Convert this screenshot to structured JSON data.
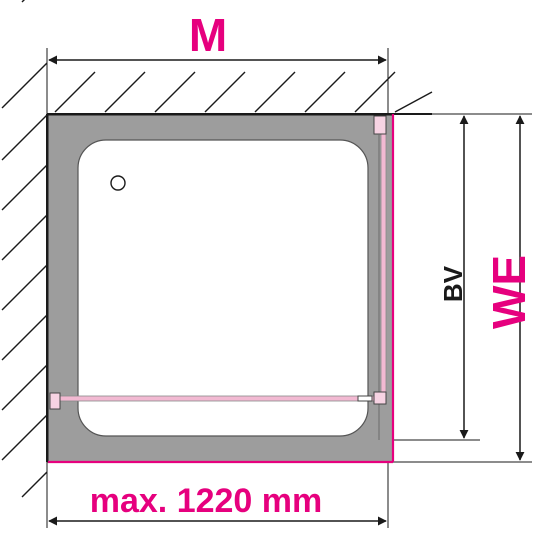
{
  "labels": {
    "m": "M",
    "bv": "BV",
    "we": "WE",
    "max_width": "max. 1220 mm"
  },
  "colors": {
    "accent": "#e6007e",
    "tray": "#9d9d9d",
    "inner": "#ffffff",
    "line": "#1a1a1a",
    "glass": "#f2b9d2"
  }
}
